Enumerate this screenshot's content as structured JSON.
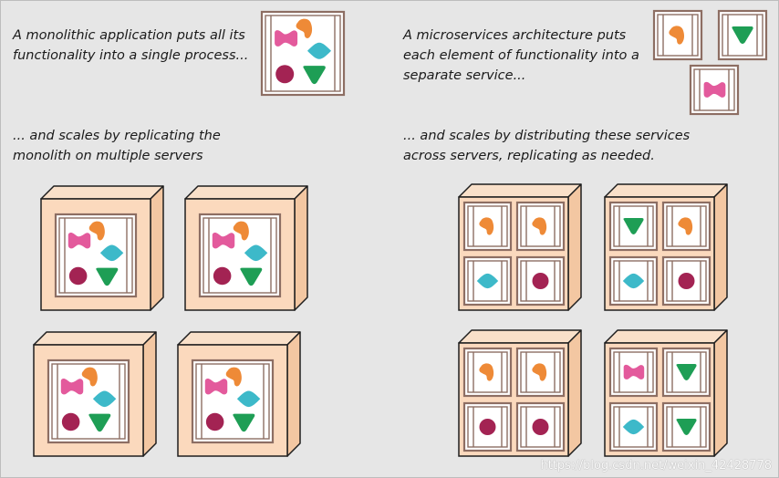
{
  "captions": {
    "monolith_intro": [
      "A monolithic application puts all its",
      "functionality into a single process..."
    ],
    "monolith_scale": [
      "... and scales by replicating the",
      "monolith on multiple servers"
    ],
    "micro_intro": [
      "A microservices architecture puts",
      "each element of functionality into a",
      "separate service..."
    ],
    "micro_scale": [
      "... and scales by distributing these services",
      "across servers, replicating as needed."
    ]
  },
  "watermark": "https://blog.csdn.net/weixin_42428778",
  "colors": {
    "background": "#e6e6e6",
    "server_face": "#fbd9bd",
    "server_side": "#f3c7a2",
    "server_top": "#f9e0c9",
    "outline": "#1e1e1e",
    "process_frame": "#8d6e63",
    "process_fill": "#ffffff",
    "pink": "#e35a9c",
    "orange": "#ee8a37",
    "teal": "#3db9c9",
    "green": "#1e9e55",
    "maroon": "#a32353"
  },
  "monolith_process": {
    "shapes": [
      "orange-blob",
      "pink-bowtie",
      "teal-diamond",
      "maroon-circle",
      "green-triangle"
    ]
  },
  "service_icons": [
    "orange-blob",
    "green-triangle",
    "pink-bowtie"
  ],
  "monolith_servers": [
    {
      "name": "monolith-server-1",
      "contents": "monolith-process"
    },
    {
      "name": "monolith-server-2",
      "contents": "monolith-process"
    },
    {
      "name": "monolith-server-3",
      "contents": "monolith-process"
    },
    {
      "name": "monolith-server-4",
      "contents": "monolith-process"
    }
  ],
  "micro_servers": [
    {
      "name": "microservice-server-1",
      "services": [
        "orange-blob",
        "orange-blob",
        "teal-diamond",
        "maroon-circle"
      ]
    },
    {
      "name": "microservice-server-2",
      "services": [
        "green-triangle",
        "orange-blob",
        "teal-diamond",
        "maroon-circle"
      ]
    },
    {
      "name": "microservice-server-3",
      "services": [
        "orange-blob",
        "orange-blob",
        "maroon-circle",
        "maroon-circle"
      ]
    },
    {
      "name": "microservice-server-4",
      "services": [
        "pink-bowtie",
        "green-triangle",
        "teal-diamond",
        "green-triangle"
      ]
    }
  ]
}
